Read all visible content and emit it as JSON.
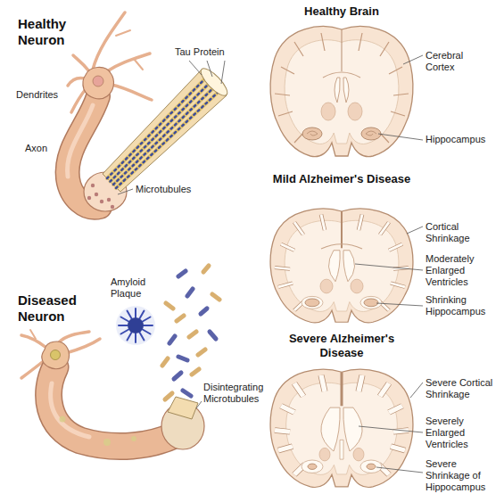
{
  "diagram": {
    "labels": [
      "Healthy Neuron",
      "Dendrites",
      "Axon",
      "Tau Protein",
      "Microtubules",
      "Diseased Neuron",
      "Amyloid Plaque",
      "Disintegrating Microtubules",
      "Healthy Brain",
      "Cerebral Cortex",
      "Hippocampus",
      "Mild Alzheimer's Disease",
      "Cortical Shrinkage",
      "Moderately Enlarged Ventricles",
      "Shrinking Hippocampus",
      "Severe Alzheimer's Disease",
      "Severe Cortical Shrinkage",
      "Severely Enlarged Ventricles",
      "Severe Shrinkage of Hippocampus"
    ]
  }
}
